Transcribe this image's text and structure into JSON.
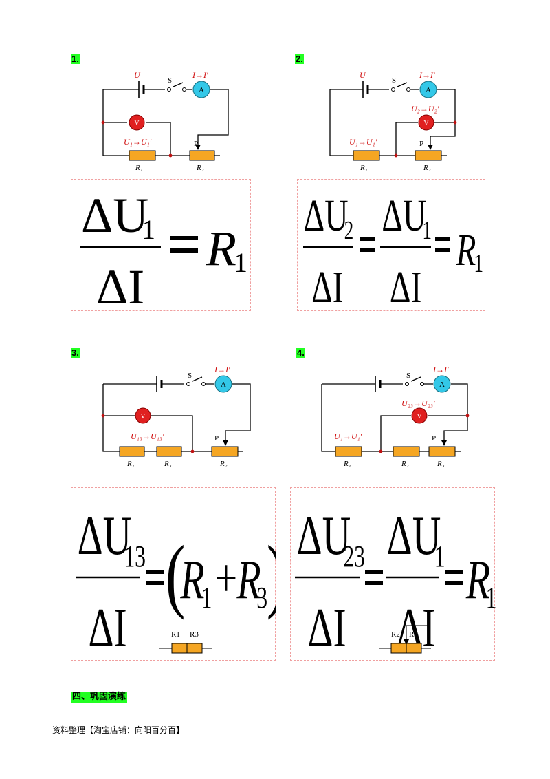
{
  "problems": [
    {
      "number": "1.",
      "circuit": {
        "U": "U",
        "S": "S",
        "I": "I→I′",
        "V": "V",
        "A": "A",
        "P": "P",
        "U1": "U₁→U₁′",
        "R1": "R₁",
        "R2": "R₂"
      },
      "formula": {
        "num": "ΔU",
        "num_sub": "1",
        "den": "ΔI",
        "rhs": "R",
        "rhs_sub": "1"
      }
    },
    {
      "number": "2.",
      "circuit": {
        "U": "U",
        "S": "S",
        "I": "I→I′",
        "V": "V",
        "A": "A",
        "P": "P",
        "U1": "U₁→U₁′",
        "U2": "U₂→U₂′",
        "R1": "R₁",
        "R2": "R₂"
      },
      "formula": {
        "num": "ΔU",
        "num_sub": "2",
        "den": "ΔI",
        "mid_num": "ΔU",
        "mid_sub": "1",
        "mid_den": "ΔI",
        "rhs": "R",
        "rhs_sub": "1"
      }
    },
    {
      "number": "3.",
      "circuit": {
        "S": "S",
        "I": "I→I′",
        "V": "V",
        "A": "A",
        "P": "P",
        "U13": "U₁₃→U₁₃′",
        "R1": "R₁",
        "R3": "R₃",
        "R2": "R₂"
      },
      "formula": {
        "num": "ΔU",
        "num_sub": "13",
        "den": "ΔI",
        "rhs_a": "R",
        "rhs_a_sub": "1",
        "plus": "+",
        "rhs_b": "R",
        "rhs_b_sub": "3",
        "lp": "(",
        "rp": ")"
      },
      "inset": {
        "r1": "R1",
        "r3": "R3"
      }
    },
    {
      "number": "4.",
      "circuit": {
        "S": "S",
        "I": "I→I′",
        "V": "V",
        "A": "A",
        "P": "P",
        "U23": "U₂₃→U₂₃′",
        "U1": "U₁→U₁′",
        "R1": "R₁",
        "R2": "R₂",
        "R3": "R₃"
      },
      "formula": {
        "num": "ΔU",
        "num_sub": "23",
        "den": "ΔI",
        "mid_num": "ΔU",
        "mid_sub": "1",
        "mid_den": "ΔI",
        "rhs": "R",
        "rhs_sub": "1"
      },
      "inset": {
        "r2": "R2",
        "r3": "R3"
      }
    }
  ],
  "section_title": "四、巩固演练",
  "footer": "资料整理【淘宝店铺：向阳百分百】",
  "colors": {
    "highlight": "#22ff22",
    "resistor": "#f5a623",
    "voltmeter": "#e02020",
    "ammeter": "#33c8e8",
    "label_red": "#d01010"
  }
}
